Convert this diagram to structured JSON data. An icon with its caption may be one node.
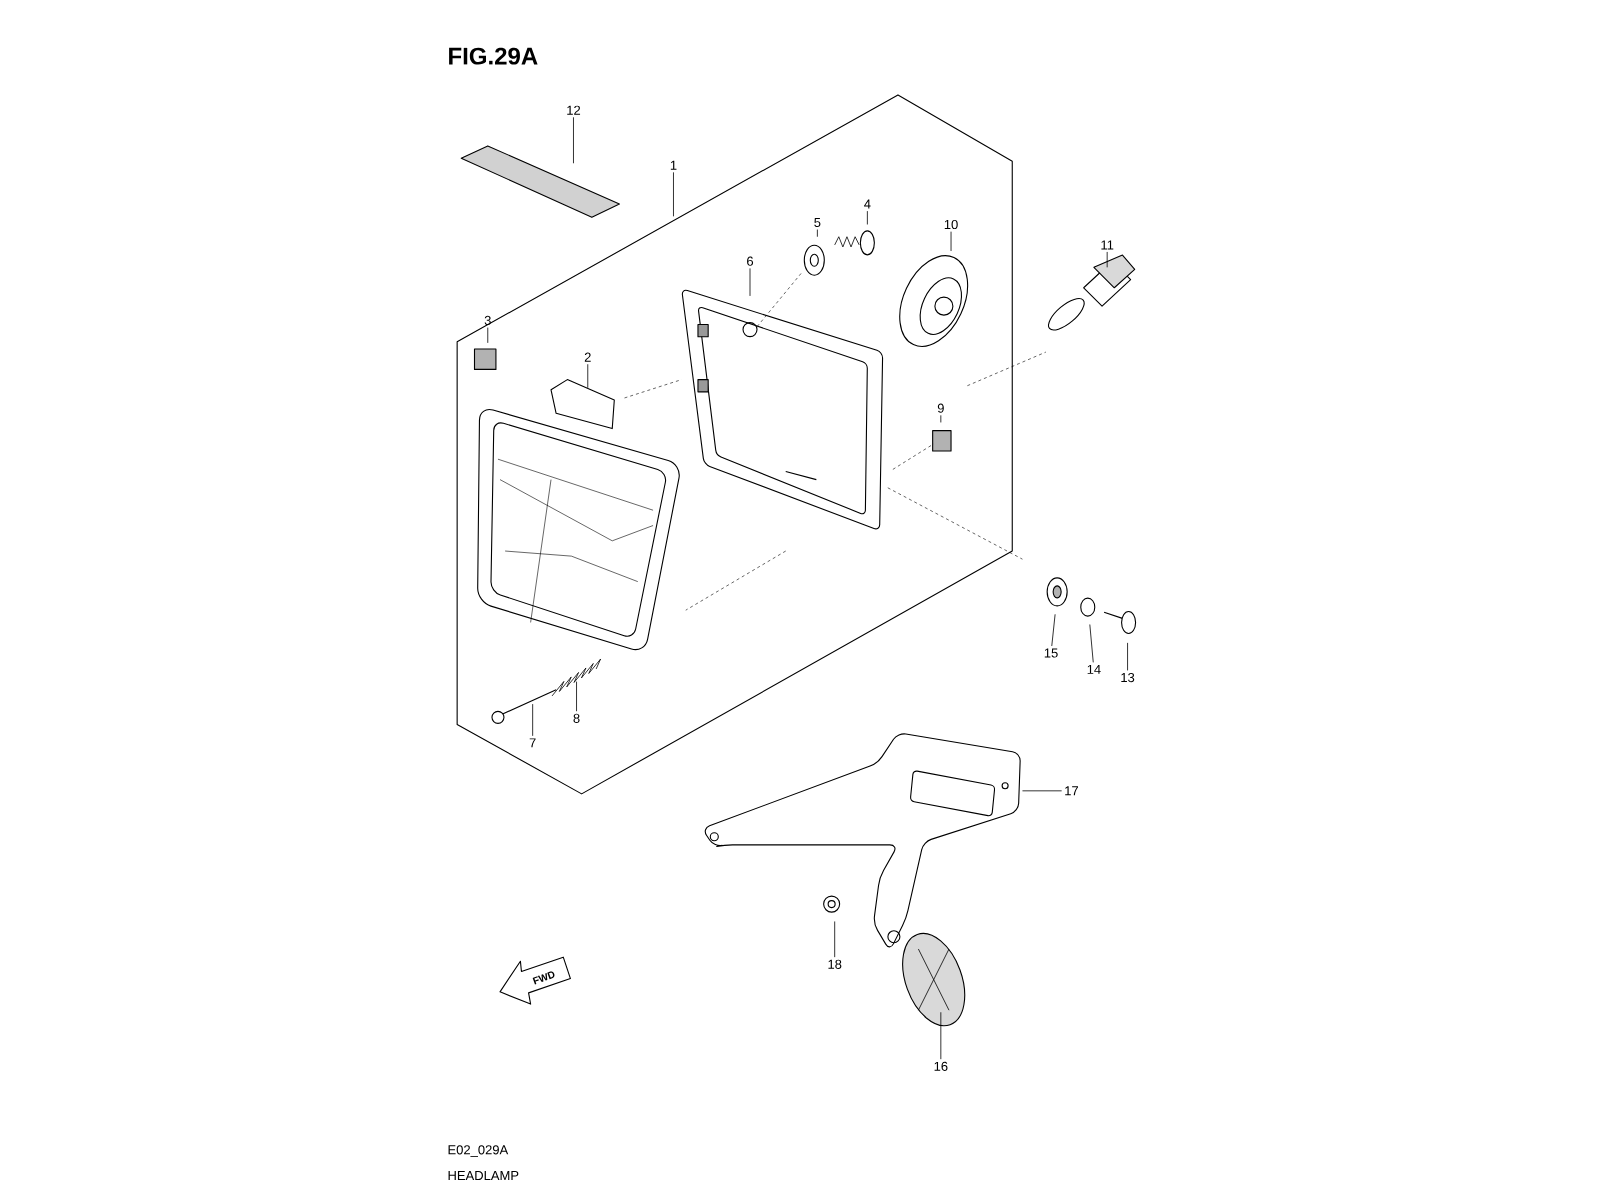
{
  "diagram": {
    "title": "FIG.29A",
    "nodes": [
      {
        "text": [
          "12"
        ]
      },
      {
        "text": [
          "1"
        ]
      },
      {
        "text": [
          "4"
        ]
      },
      {
        "text": [
          "5"
        ]
      },
      {
        "text": [
          "10"
        ]
      },
      {
        "text": [
          "6"
        ]
      },
      {
        "text": [
          "11"
        ]
      },
      {
        "text": [
          "3"
        ]
      },
      {
        "text": [
          "2"
        ]
      },
      {
        "text": [
          "9"
        ]
      },
      {
        "text": [
          "15"
        ]
      },
      {
        "text": [
          "14"
        ]
      },
      {
        "text": [
          "13"
        ]
      },
      {
        "text": [
          "8"
        ]
      },
      {
        "text": [
          "7"
        ]
      },
      {
        "text": [
          "17"
        ]
      },
      {
        "text": [
          "18"
        ]
      },
      {
        "text": [
          "16"
        ]
      }
    ],
    "edges": [
      {
        "from": 0,
        "to": null,
        "arrow": "none"
      },
      {
        "from": 1,
        "to": null,
        "arrow": "none"
      },
      {
        "from": 2,
        "to": null,
        "arrow": "none"
      },
      {
        "from": 3,
        "to": null,
        "arrow": "none"
      },
      {
        "from": 4,
        "to": null,
        "arrow": "none"
      },
      {
        "from": 5,
        "to": null,
        "arrow": "none"
      },
      {
        "from": 6,
        "to": null,
        "arrow": "none"
      },
      {
        "from": 7,
        "to": null,
        "arrow": "none"
      },
      {
        "from": 8,
        "to": null,
        "arrow": "none"
      },
      {
        "from": 9,
        "to": null,
        "arrow": "none"
      },
      {
        "from": 10,
        "to": null,
        "arrow": "none"
      },
      {
        "from": 11,
        "to": null,
        "arrow": "none"
      },
      {
        "from": 12,
        "to": null,
        "arrow": "none"
      },
      {
        "from": 13,
        "to": null,
        "arrow": "none"
      },
      {
        "from": 14,
        "to": null,
        "arrow": "none"
      },
      {
        "from": 15,
        "to": null,
        "arrow": "none"
      },
      {
        "from": 16,
        "to": null,
        "arrow": "none"
      },
      {
        "from": 17,
        "to": null,
        "arrow": "none"
      }
    ],
    "labels": [
      "FWD",
      "E02_029A",
      "HEADLAMP"
    ]
  }
}
